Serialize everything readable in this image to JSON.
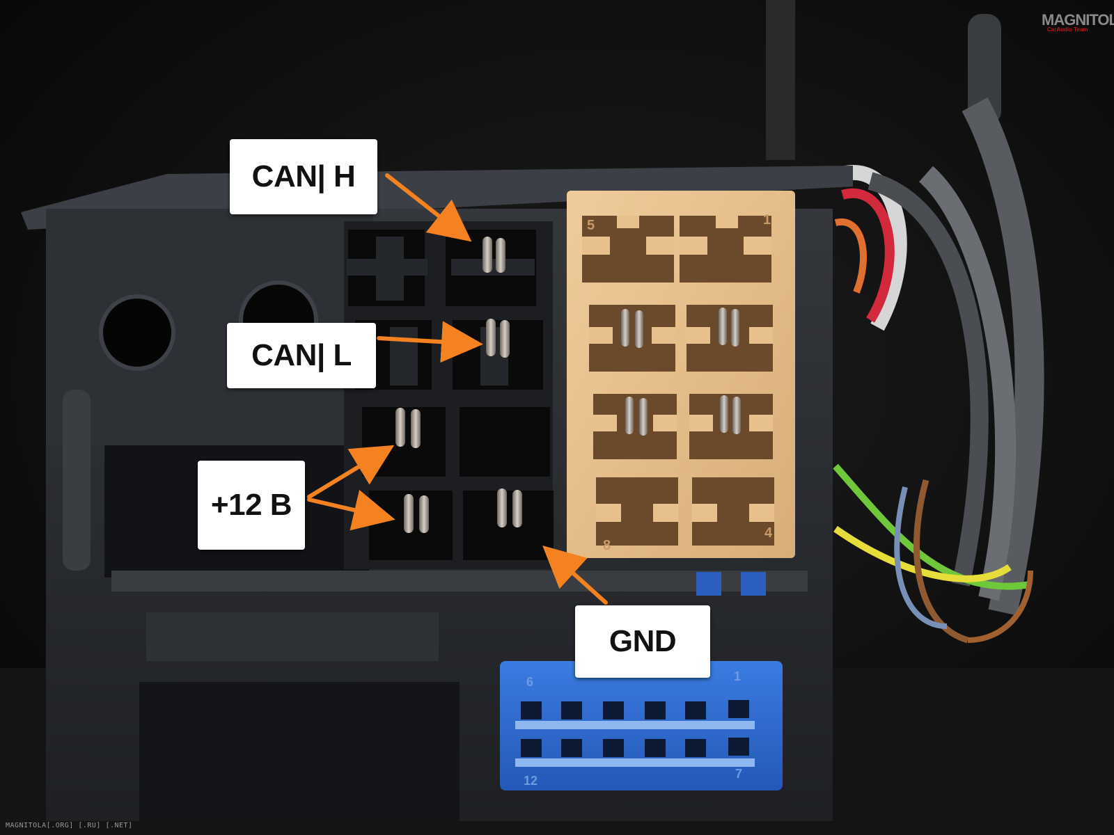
{
  "labels": {
    "can_h": "CAN| H",
    "can_l": "CAN| L",
    "plus_12v": "+12 B",
    "gnd": "GND"
  },
  "watermark": {
    "logo": "MAGNITOLA",
    "logo_sub": "CarAudio Team",
    "url": "MAGNITOLA[.ORG] [.RU] [.NET]"
  },
  "connector_numbers": {
    "tan_top_left": "5",
    "tan_top_right": "1",
    "tan_bottom_left": "8",
    "tan_bottom_right": "4",
    "blue_top_left": "6",
    "blue_top_right": "1",
    "blue_bottom_left": "12",
    "blue_bottom_right": "7"
  },
  "colors": {
    "arrow": "#f58220",
    "housing": "#2b2e33",
    "tan_insert": "#e8c08e",
    "blue_insert": "#2f6fd6"
  }
}
